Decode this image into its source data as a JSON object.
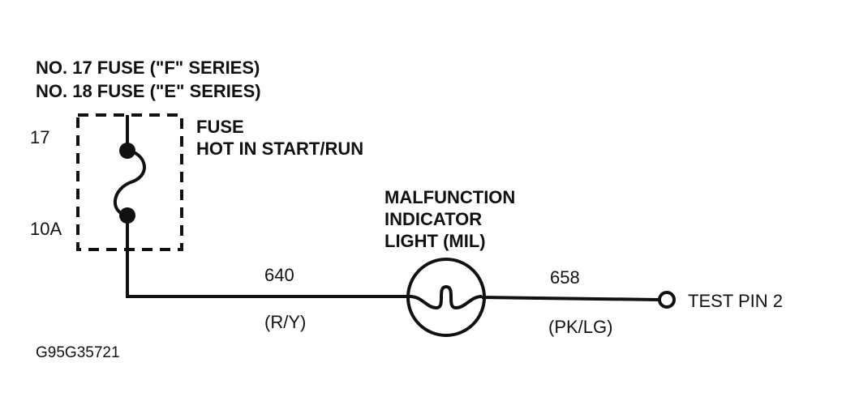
{
  "fuse_series": {
    "line1": "NO. 17 FUSE (\"F\" SERIES)",
    "line2": "NO. 18 FUSE (\"E\" SERIES)"
  },
  "fuse": {
    "number": "17",
    "rating": "10A",
    "title": "FUSE",
    "subtitle": "HOT IN START/RUN"
  },
  "mil": {
    "line1": "MALFUNCTION",
    "line2": "INDICATOR",
    "line3": "LIGHT (MIL)"
  },
  "wire_left": {
    "circuit": "640",
    "color": "(R/Y)"
  },
  "wire_right": {
    "circuit": "658",
    "color": "(PK/LG)"
  },
  "terminal": {
    "label": "TEST PIN 2"
  },
  "figure_id": "G95G35721",
  "colors": {
    "ink": "#111111",
    "background": "#ffffff"
  }
}
